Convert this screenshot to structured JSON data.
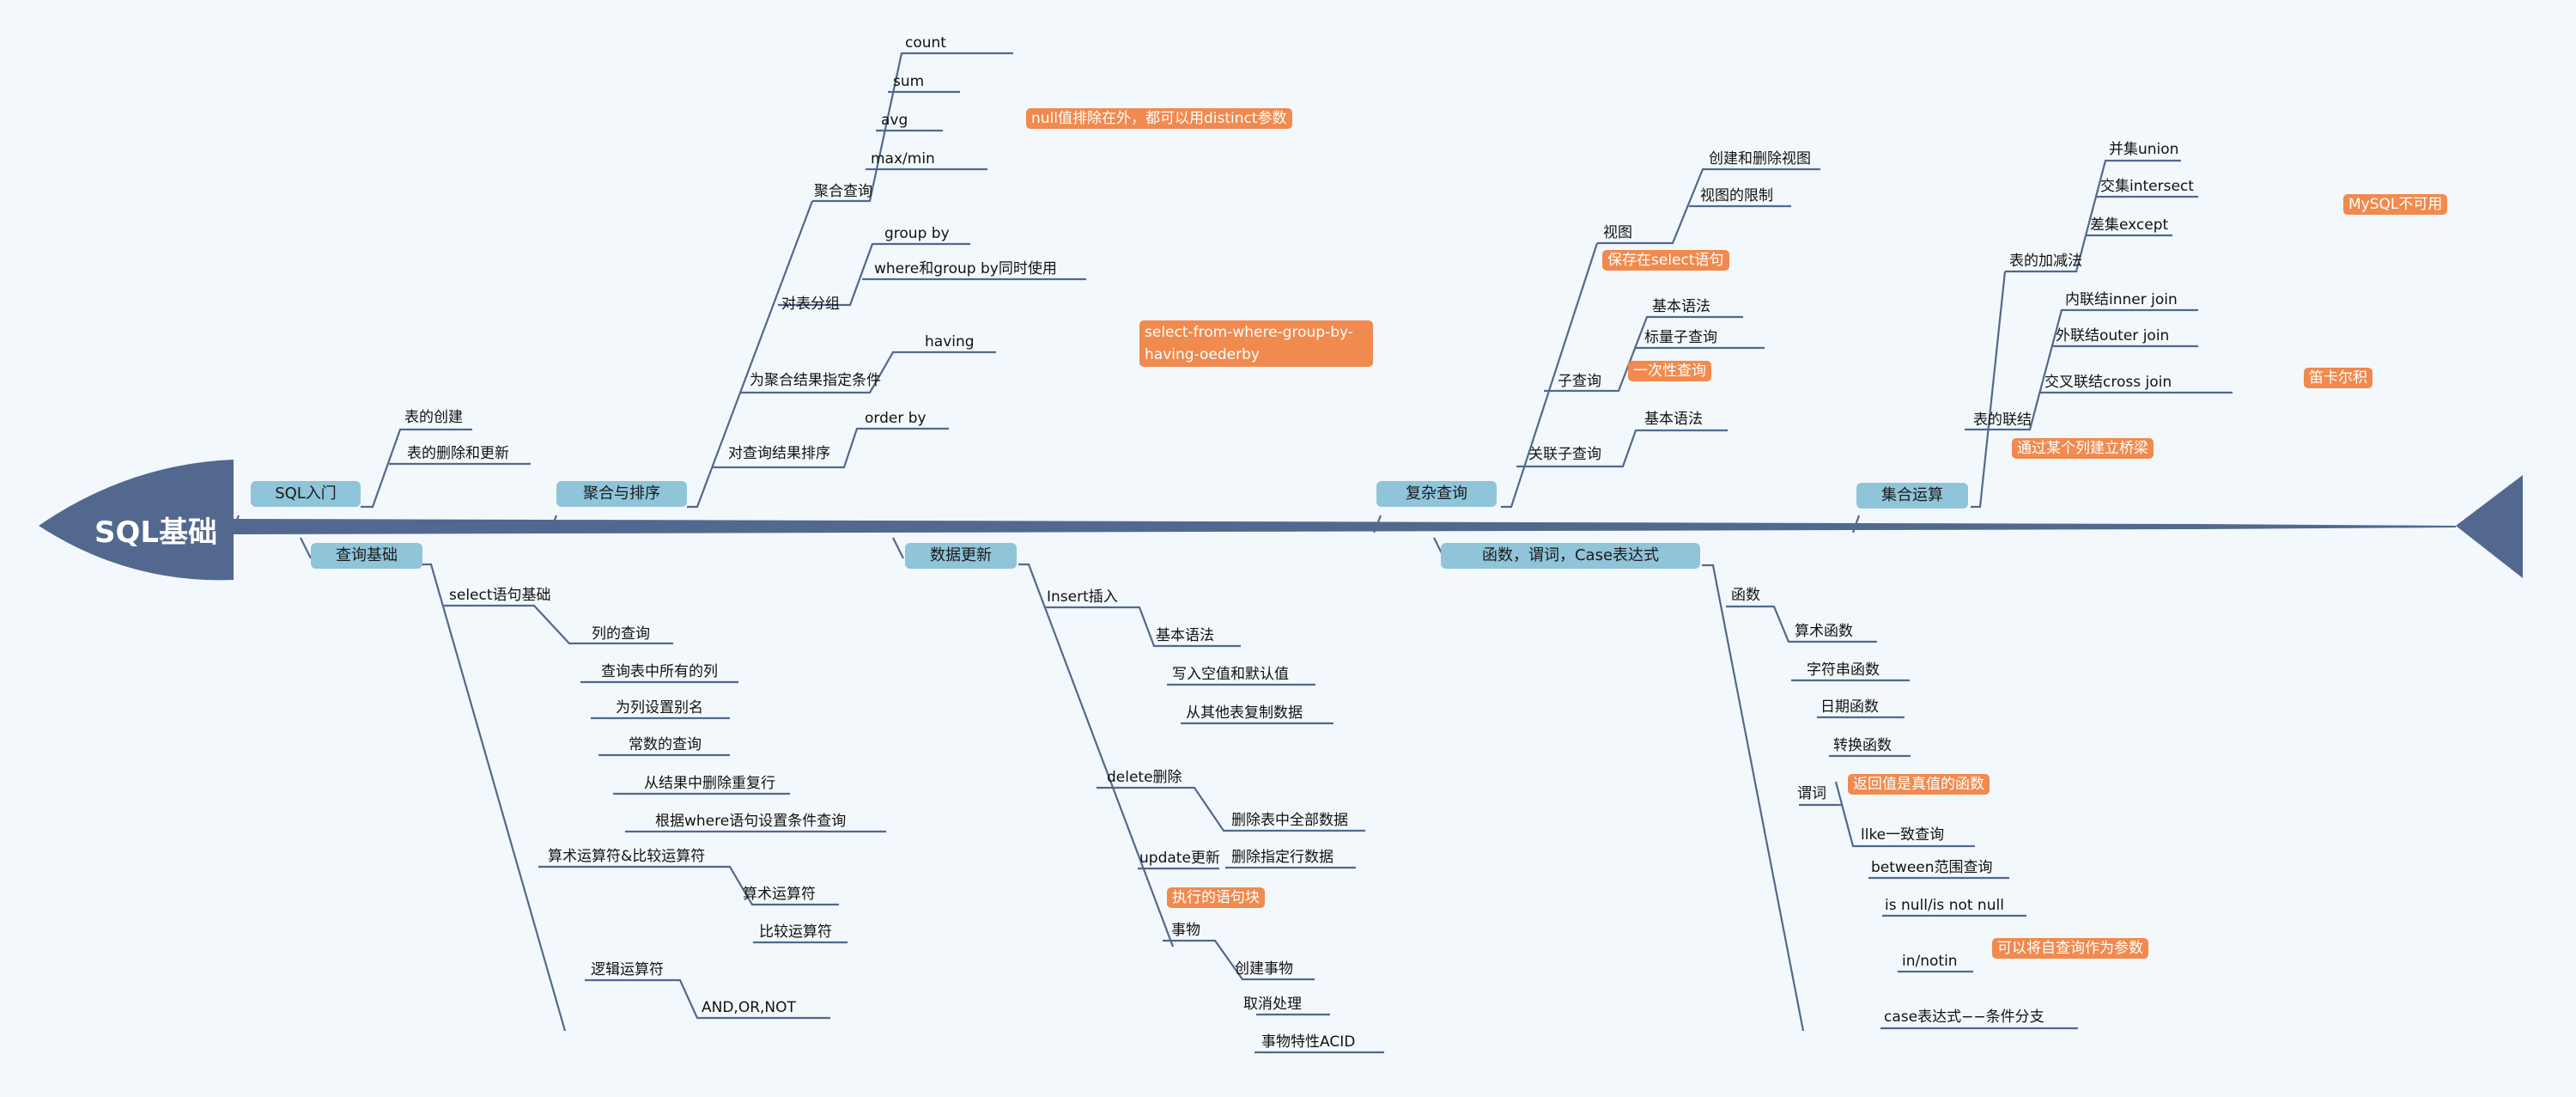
{
  "root": {
    "label": "SQL基础"
  },
  "colors": {
    "spine": "#52688f",
    "topic": "#8fc4d9",
    "note": "#f08a4e",
    "line": "#52688f",
    "background": "#f3f8fc"
  },
  "branches": {
    "intro": {
      "label": "SQL入门",
      "items": [
        "表的创建",
        "表的删除和更新"
      ]
    },
    "agg": {
      "label": "聚合与排序",
      "groups": [
        {
          "label": "聚合查询",
          "items": [
            "count",
            "sum",
            "avg",
            "max/min"
          ]
        },
        {
          "label": "对表分组",
          "items": [
            "group by",
            "where和group by同时使用"
          ]
        },
        {
          "label": "为聚合结果指定条件",
          "items": [
            "having"
          ]
        },
        {
          "label": "对查询结果排序",
          "items": [
            "order by"
          ]
        }
      ],
      "notes": [
        "null值排除在外，都可以用distinct参数",
        "select-from-where-group-by-having-oederby"
      ]
    },
    "complex": {
      "label": "复杂查询",
      "groups": [
        {
          "label": "视图",
          "items": [
            "创建和删除视图",
            "视图的限制"
          ],
          "note": "保存在select语句"
        },
        {
          "label": "子查询",
          "items": [
            "基本语法",
            "标量子查询"
          ],
          "note": "一次性查询"
        },
        {
          "label": "关联子查询",
          "items": [
            "基本语法"
          ]
        }
      ]
    },
    "setops": {
      "label": "集合运算",
      "groups": [
        {
          "label": "表的加减法",
          "items": [
            "并集union",
            "交集intersect",
            "差集except"
          ],
          "note": "MySQL不可用"
        },
        {
          "label": "表的联结",
          "items": [
            "内联结inner join",
            "外联结outer join",
            "交叉联结cross join"
          ],
          "note": "通过某个列建立桥梁",
          "item_note": "笛卡尔积"
        }
      ]
    },
    "query": {
      "label": "查询基础",
      "groups": [
        {
          "label": "select语句基础",
          "items": [
            "列的查询",
            "查询表中所有的列",
            "为列设置别名",
            "常数的查询",
            "从结果中删除重复行",
            "根据where语句设置条件查询"
          ]
        },
        {
          "label": "算术运算符&比较运算符",
          "items": [
            "算术运算符",
            "比较运算符"
          ]
        },
        {
          "label": "逻辑运算符",
          "items": [
            "AND,OR,NOT"
          ]
        }
      ]
    },
    "update": {
      "label": "数据更新",
      "groups": [
        {
          "label": "Insert插入",
          "items": [
            "基本语法",
            "写入空值和默认值",
            "从其他表复制数据"
          ]
        },
        {
          "label": "delete删除",
          "items": [
            "删除表中全部数据",
            "删除指定行数据"
          ]
        },
        {
          "label": "update更新",
          "items": []
        },
        {
          "label": "事物",
          "items": [
            "创建事物",
            "取消处理",
            "事物特性ACID"
          ],
          "note": "执行的语句块"
        }
      ]
    },
    "func": {
      "label": "函数，谓词，Case表达式",
      "groups": [
        {
          "label": "函数",
          "items": [
            "算术函数",
            "字符串函数",
            "日期函数",
            "转换函数"
          ]
        },
        {
          "label": "谓词",
          "items": [
            "llke一致查询",
            "between范围查询",
            "is null/is not null",
            "in/notin"
          ],
          "note": "返回值是真值的函数",
          "item_note": "可以将自查询作为参数"
        },
        {
          "label": "case表达式−−条件分支",
          "items": []
        }
      ]
    }
  }
}
